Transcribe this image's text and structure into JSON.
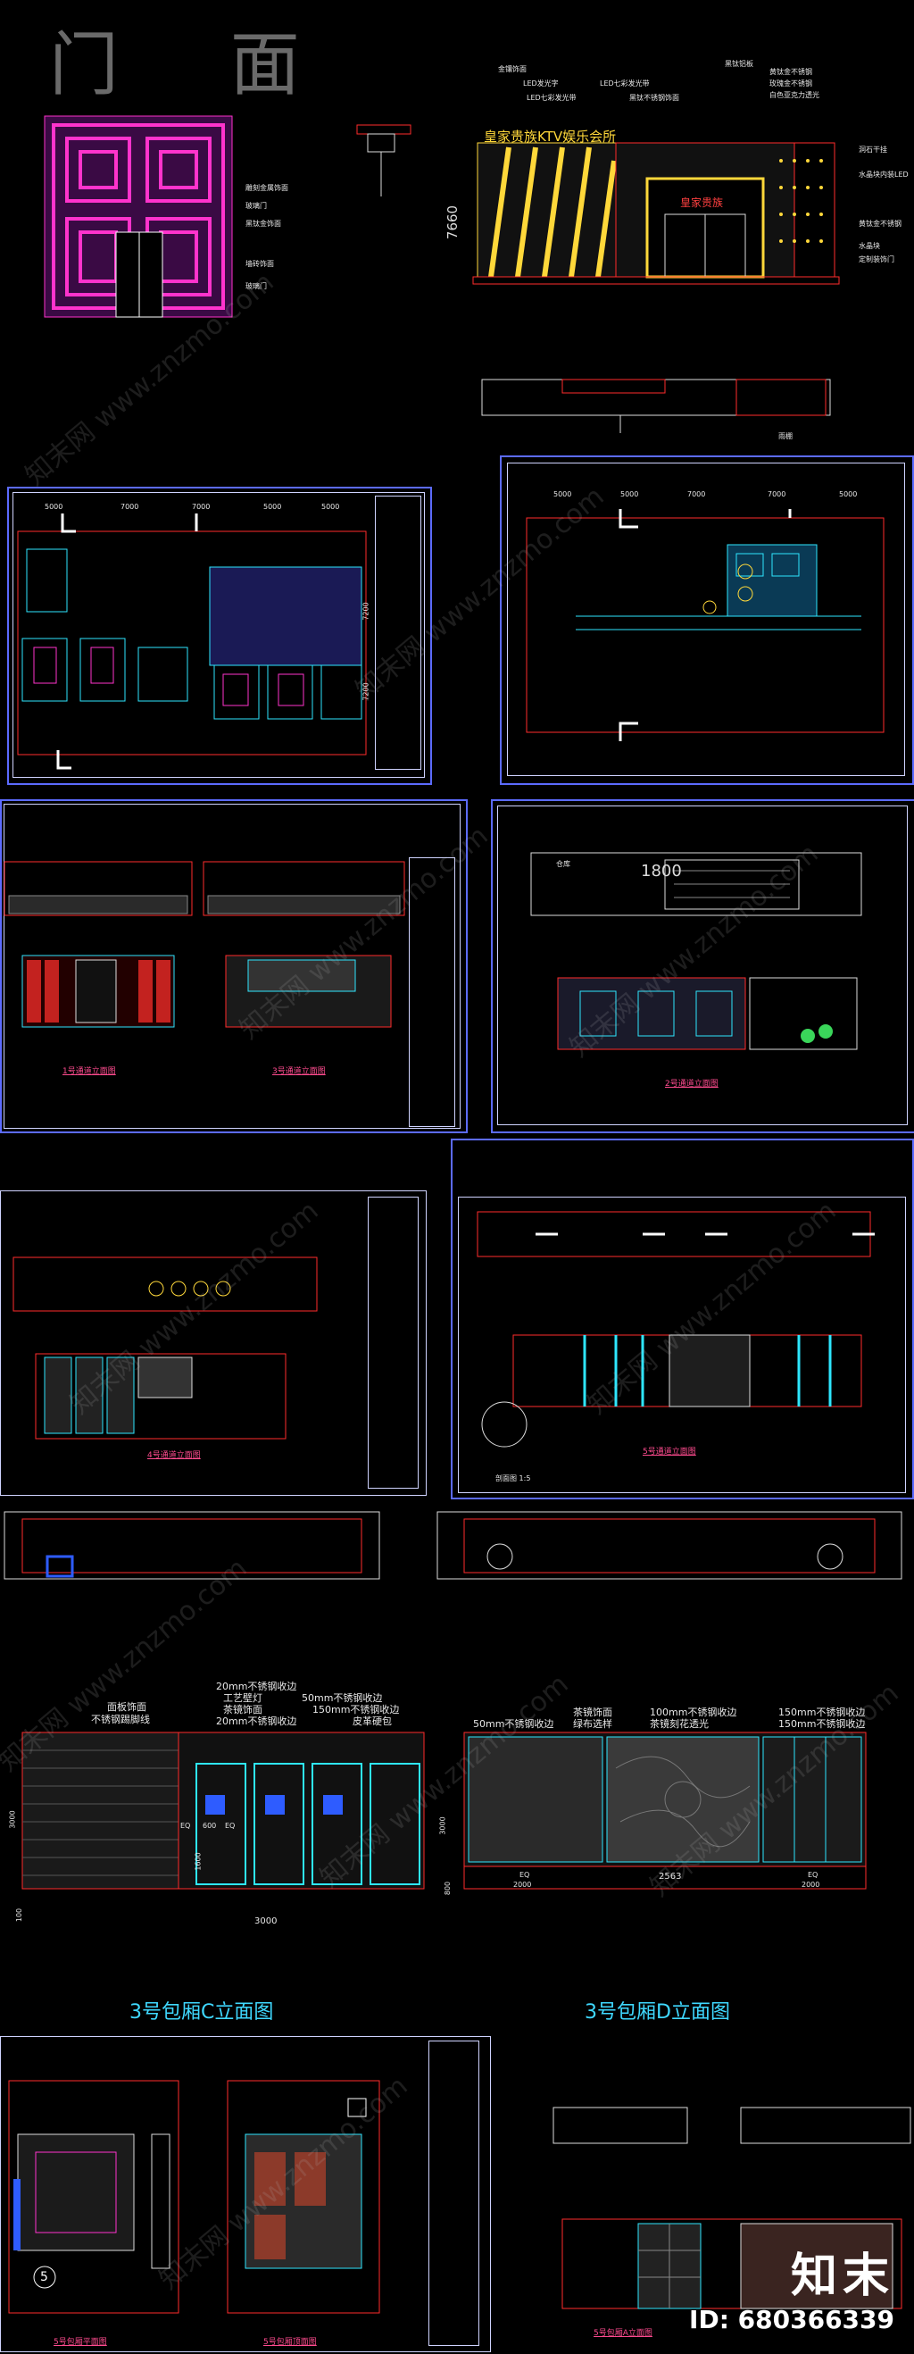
{
  "page_title": "门 面",
  "facade": {
    "sign_text": "皇家贵族KTV娱乐会所",
    "logo_text": "皇家贵族",
    "dimension": "7660",
    "labels_left": [
      "雕刻金属饰面",
      "玻璃门",
      "黑钛金饰面",
      "墙砖饰面",
      "玻璃门"
    ],
    "labels_top": [
      "金镶饰面",
      "LED发光字",
      "LED七彩发光带",
      "LED七彩发光带",
      "黑钛不锈钢饰面",
      "黑钛铝板",
      "黄钛金不锈钢",
      "玫瑰金不锈钢",
      "白色亚克力透光"
    ],
    "labels_right": [
      "洞石干挂",
      "水晶块内装LED",
      "黄钛金不锈钢",
      "水晶块",
      "定制装饰门"
    ],
    "section_label": "雨棚"
  },
  "plans": {
    "dims_left": [
      "5000",
      "7000",
      "7000",
      "5000",
      "5000"
    ],
    "dims_right": [
      "5000",
      "5000",
      "7000",
      "7000",
      "5000"
    ],
    "side_dims": [
      "7200",
      "7200"
    ]
  },
  "corridor_captions": {
    "c1": "1号通道立面图",
    "c3": "3号通道立面图",
    "c2": "2号通道立面图",
    "c4": "4号通道立面图",
    "c5": "5号通道立面图",
    "storage": "仓库",
    "dim1800": "1800",
    "detail": "剖面图 1:5"
  },
  "elevations": {
    "c_labels": [
      "面板饰面",
      "不锈钢踢脚线",
      "20mm不锈钢收边",
      "工艺壁灯",
      "茶镜饰面",
      "50mm不锈钢收边",
      "20mm不锈钢收边",
      "150mm不锈钢收边",
      "皮革硬包"
    ],
    "d_labels": [
      "50mm不锈钢收边",
      "茶镜饰面",
      "绿布选样",
      "100mm不锈钢收边",
      "茶镜刻花透光",
      "150mm不锈钢收边",
      "150mm不锈钢收边"
    ],
    "c_dims": [
      "3000",
      "3000",
      "1600",
      "100",
      "EQ",
      "600",
      "EQ"
    ],
    "d_dims": [
      "3000",
      "2000",
      "2563",
      "2000",
      "800",
      "EQ",
      "EQ"
    ],
    "caption_c": "3号包厢C立面图",
    "caption_d": "3号包厢D立面图"
  },
  "room5": {
    "plan_caption": "5号包厢平面图",
    "ceiling_caption": "5号包厢顶面图",
    "elev_caption": "5号包厢A立面图",
    "number": "5"
  },
  "watermark": "知末网 www.znzmo.com",
  "brand": {
    "logo": "知末",
    "id": "ID: 680366339"
  },
  "colors": {
    "background": "#000000",
    "cyan": "#2ee6ff",
    "red": "#ff2b2b",
    "magenta": "#ff33cc",
    "yellow": "#ffd83a",
    "frame": "#cfd3ff"
  }
}
